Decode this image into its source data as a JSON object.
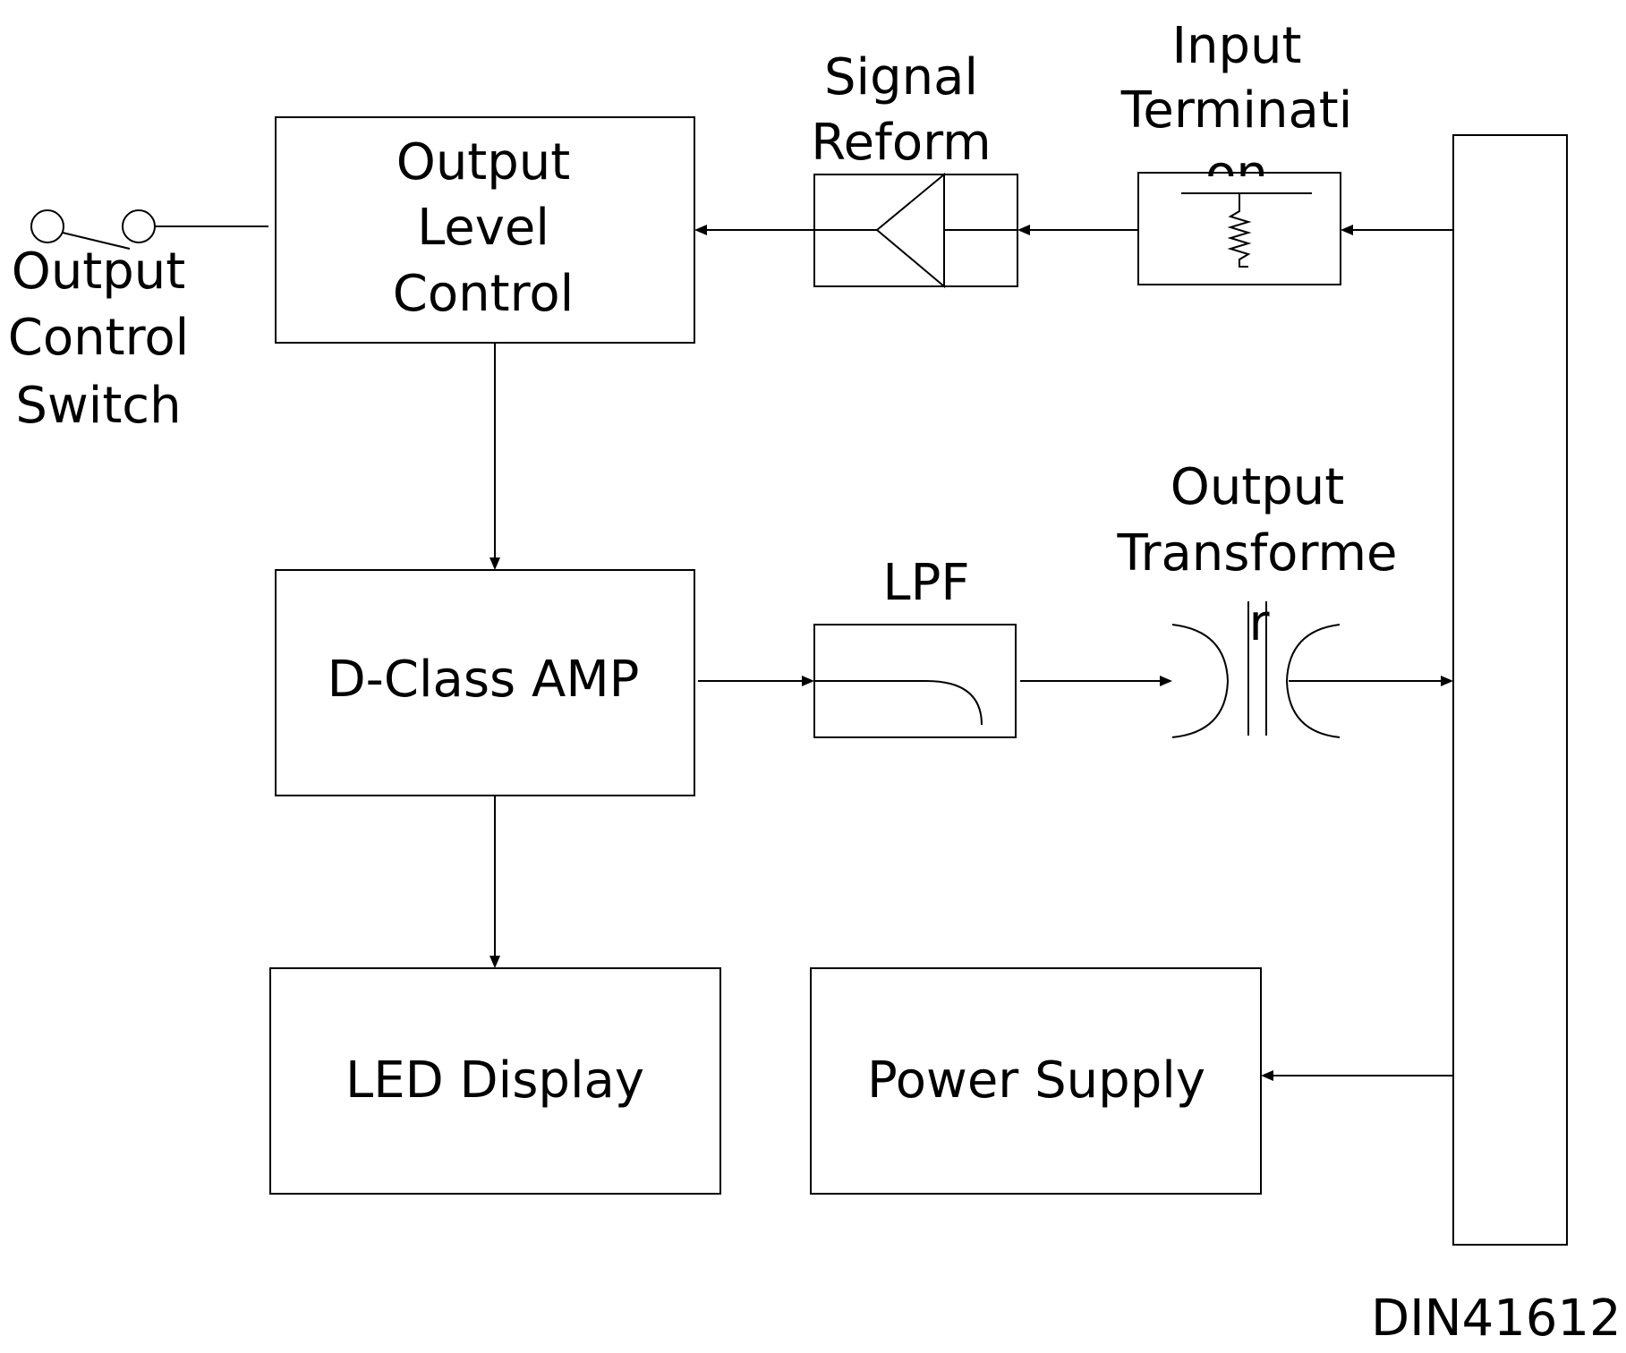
{
  "blocks": {
    "output_level_control": [
      "Output",
      "Level",
      "Control"
    ],
    "signal_reform": [
      "Signal",
      "Reform"
    ],
    "input_termination": [
      "Input",
      "Terminati",
      "on"
    ],
    "output_control_switch": [
      "Output",
      "Control",
      "Switch"
    ],
    "d_class_amp": "D-Class AMP",
    "lpf": "LPF",
    "output_transformer": [
      "Output",
      "Transforme",
      "r"
    ],
    "led_display": "LED Display",
    "power_supply": "Power Supply",
    "connector": "DIN41612"
  }
}
